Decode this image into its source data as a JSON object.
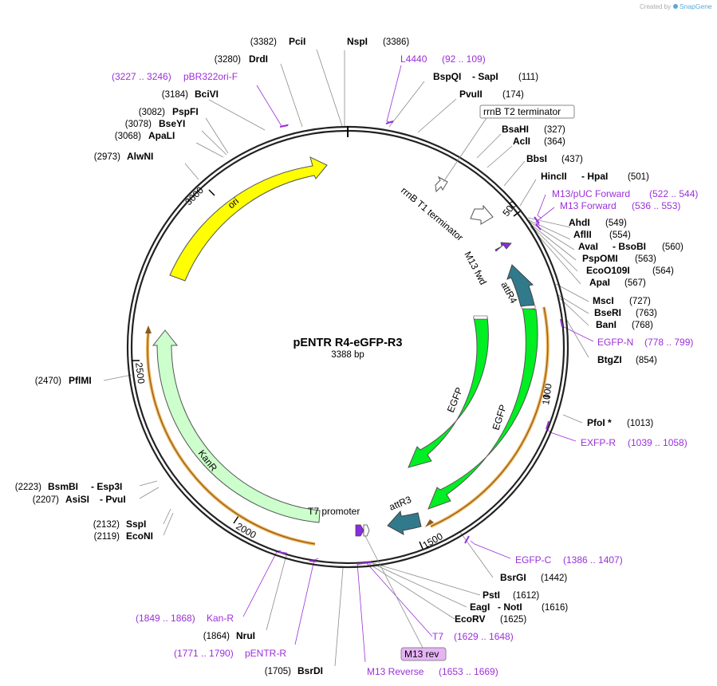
{
  "credit": "Created by",
  "brand": "SnapGene",
  "plasmid": {
    "name": "pENTR R4-eGFP-R3",
    "length": "3388 bp"
  },
  "ticks": [
    "500",
    "1000",
    "1500",
    "2000",
    "2500",
    "3000"
  ],
  "features": {
    "ori": "ori",
    "kanr": "KanR",
    "egfp_inner": "EGFP",
    "egfp_outer": "EGFP",
    "attr4": "attR4",
    "attr3": "attR3",
    "m13fwd": "M13 fwd",
    "rrnb_t1": "rrnB T1 terminator",
    "rrnb_t2": "rrnB T2 terminator",
    "t7promoter": "T7 promoter",
    "m13rev": "M13 rev"
  },
  "enzymes": [
    {
      "name": "NspI",
      "pos": "(3386)"
    },
    {
      "name": "PciI",
      "pos": "(3382)"
    },
    {
      "name": "DrdI",
      "pos": "(3280)"
    },
    {
      "name": "BciVI",
      "pos": "(3184)"
    },
    {
      "name": "PspFI",
      "pos": "(3082)"
    },
    {
      "name": "BseYI",
      "pos": "(3078)"
    },
    {
      "name": "ApaLI",
      "pos": "(3068)"
    },
    {
      "name": "AlwNI",
      "pos": "(2973)"
    },
    {
      "name": "PflMI",
      "pos": "(2470)"
    },
    {
      "name": "BsmBI",
      "name2": "Esp3I",
      "pos": "(2223)"
    },
    {
      "name": "AsiSI",
      "name2": "PvuI",
      "pos": "(2207)"
    },
    {
      "name": "SspI",
      "pos": "(2132)"
    },
    {
      "name": "EcoNI",
      "pos": "(2119)"
    },
    {
      "name": "NruI",
      "pos": "(1864)"
    },
    {
      "name": "BsrDI",
      "pos": "(1705)"
    },
    {
      "name": "BspQI",
      "name2": "SapI",
      "pos": "(111)"
    },
    {
      "name": "PvuII",
      "pos": "(174)"
    },
    {
      "name": "BsaHI",
      "pos": "(327)"
    },
    {
      "name": "AclI",
      "pos": "(364)"
    },
    {
      "name": "BbsI",
      "pos": "(437)"
    },
    {
      "name": "HincII",
      "name2": "HpaI",
      "pos": "(501)"
    },
    {
      "name": "AhdI",
      "pos": "(549)"
    },
    {
      "name": "AflII",
      "pos": "(554)"
    },
    {
      "name": "AvaI",
      "name2": "BsoBI",
      "pos": "(560)"
    },
    {
      "name": "PspOMI",
      "pos": "(563)"
    },
    {
      "name": "EcoO109I",
      "pos": "(564)"
    },
    {
      "name": "ApaI",
      "pos": "(567)"
    },
    {
      "name": "MscI",
      "pos": "(727)"
    },
    {
      "name": "BseRI",
      "pos": "(763)"
    },
    {
      "name": "BanI",
      "pos": "(768)"
    },
    {
      "name": "BtgZI",
      "pos": "(854)"
    },
    {
      "name": "PfoI *",
      "pos": "(1013)"
    },
    {
      "name": "BsrGI",
      "pos": "(1442)"
    },
    {
      "name": "PstI",
      "pos": "(1612)"
    },
    {
      "name": "EagI",
      "name2": "NotI",
      "pos": "(1616)"
    },
    {
      "name": "EcoRV",
      "pos": "(1625)"
    }
  ],
  "primers": [
    {
      "name": "L4440",
      "range": "(92 .. 109)"
    },
    {
      "name": "pBR322ori-F",
      "range": "(3227 .. 3246)"
    },
    {
      "name": "M13/pUC Forward",
      "range": "(522 .. 544)"
    },
    {
      "name": "M13 Forward",
      "range": "(536 .. 553)"
    },
    {
      "name": "EGFP-N",
      "range": "(778 .. 799)"
    },
    {
      "name": "EXFP-R",
      "range": "(1039 .. 1058)"
    },
    {
      "name": "EGFP-C",
      "range": "(1386 .. 1407)"
    },
    {
      "name": "T7",
      "range": "(1629 .. 1648)"
    },
    {
      "name": "M13 Reverse",
      "range": "(1653 .. 1669)"
    },
    {
      "name": "pENTR-R",
      "range": "(1771 .. 1790)"
    },
    {
      "name": "Kan-R",
      "range": "(1849 .. 1868)"
    }
  ],
  "colors": {
    "backbone": "#222222",
    "ori": "#ffff00",
    "kanr": "#ccffcc",
    "egfp": "#00ee22",
    "att": "#317a8c",
    "primer": "#9b30d9",
    "m13": "#8a2be2",
    "orf_outline": "#f0b45a"
  }
}
